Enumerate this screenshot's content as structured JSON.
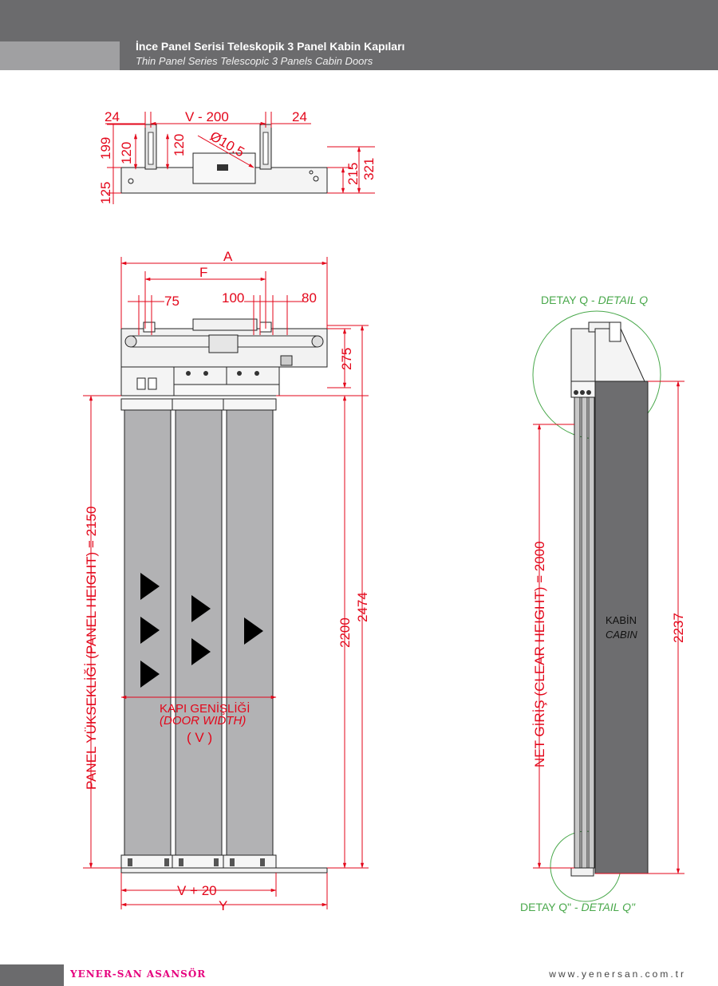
{
  "header": {
    "title_tr": "İnce Panel Serisi Teleskopik 3 Panel Kabin Kapıları",
    "title_en": "Thin Panel Series Telescopic 3 Panels Cabin Doors"
  },
  "top_view": {
    "dim_left": "24",
    "dim_mid": "V - 200",
    "dim_right": "24",
    "dim_diameter": "Ø10.5",
    "dim_199": "199",
    "dim_120a": "120",
    "dim_120b": "120",
    "dim_125": "125",
    "dim_215": "215",
    "dim_321": "321"
  },
  "front_view": {
    "dim_a": "A",
    "dim_f": "F",
    "dim_75": "75",
    "dim_100": "100",
    "dim_80": "80",
    "dim_275": "275",
    "dim_2200": "2200",
    "dim_2474": "2474",
    "panel_height": "PANEL YÜKSEKLİĞİ (PANEL HEIGHT) = 2150",
    "door_width_tr": "KAPI GENİŞLİĞİ",
    "door_width_en": "(DOOR WIDTH)",
    "door_width_v": "( V )",
    "dim_v20": "V + 20",
    "dim_y": "Y"
  },
  "side_view": {
    "detail_q_tr": "DETAY Q - ",
    "detail_q_en": "DETAIL Q",
    "detail_q2_tr": "DETAY Q\" - ",
    "detail_q2_en": "DETAIL Q\"",
    "clear_height": "NET GİRİŞ (CLEAR HEIGHT) = 2000",
    "cabin_tr": "KABİN",
    "cabin_en": "CABIN",
    "dim_2237": "2237"
  },
  "footer": {
    "brand": "YENER-SAN ASANSÖR",
    "url": "www.yenersan.com.tr"
  },
  "colors": {
    "header_gray": "#6b6b6d",
    "dimension_red": "#e3061a",
    "detail_green": "#49a84b",
    "brand_magenta": "#e6007e",
    "panel_gray": "#b2b2b4",
    "cabin_gray": "#6d6d6f"
  }
}
